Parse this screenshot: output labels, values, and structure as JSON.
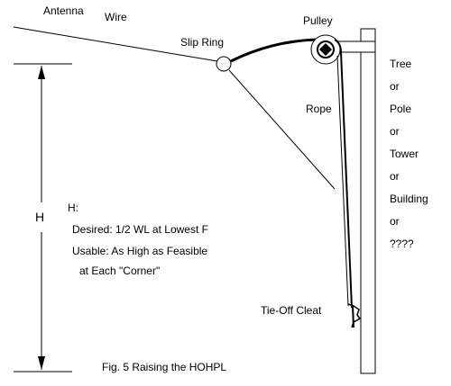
{
  "labels": {
    "antenna": "Antenna",
    "wire": "Wire",
    "slip_ring": "Slip Ring",
    "pulley": "Pulley",
    "rope": "Rope",
    "h_axis": "H",
    "tie_off": "Tie-Off Cleat",
    "caption": "Fig. 5  Raising the HOHPL"
  },
  "note": {
    "heading": "H:",
    "desired": "Desired:  1/2 WL at Lowest F",
    "usable": "Usable:  As High as Feasible",
    "usable_cont": "at Each \"Corner\""
  },
  "support_options": [
    "Tree",
    "or",
    "Pole",
    "or",
    "Tower",
    "or",
    "Building",
    "or",
    "????"
  ]
}
